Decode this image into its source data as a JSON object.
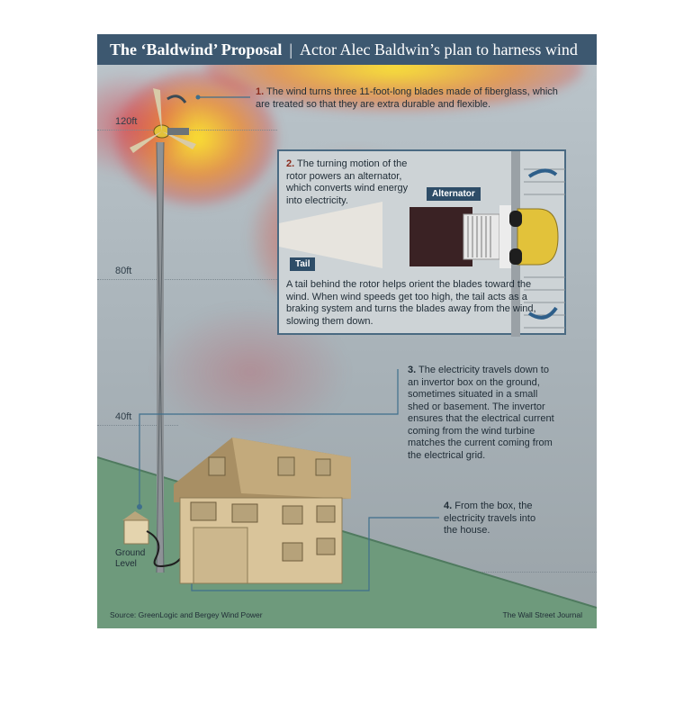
{
  "title": {
    "main": "The ‘Baldwind’ Proposal",
    "separator": "|",
    "sub": "Actor Alec Baldwin’s plan to harness wind"
  },
  "altitudes": [
    "120ft",
    "80ft",
    "40ft"
  ],
  "ground_label": [
    "Ground",
    "Level"
  ],
  "steps": {
    "one": {
      "num": "1.",
      "text": "The wind turns three 11-foot-long blades made of fiberglass, which are treated so that they are extra durable and flexible."
    },
    "two": {
      "num": "2.",
      "text": "The turning motion of the rotor powers an alternator, which converts wind energy into electricity."
    },
    "three": {
      "num": "3.",
      "text": "The electricity travels down to an invertor box on the ground, sometimes situated in a small shed or basement. The invertor ensures that the electrical current coming from the wind turbine matches the current coming from the electrical grid."
    },
    "four": {
      "num": "4.",
      "text": "From the box, the electricity travels into the house."
    }
  },
  "inset": {
    "alternator_label": "Alternator",
    "tail_label": "Tail",
    "tail_text": "A tail behind the rotor helps orient the blades toward the wind. When wind speeds get too high, the tail acts as a braking system and turns the blades away from the wind, slowing them down."
  },
  "footer": {
    "source": "Source: GreenLogic and Bergey Wind Power",
    "credit": "The Wall Street Journal"
  },
  "colors": {
    "title_bar": "#3d5870",
    "step_number": "#8a2a1b",
    "ground": "#6e9a7c",
    "house": "#d9c49a",
    "rotor_hub": "#e2c23a",
    "line": "#3f6f8c"
  }
}
